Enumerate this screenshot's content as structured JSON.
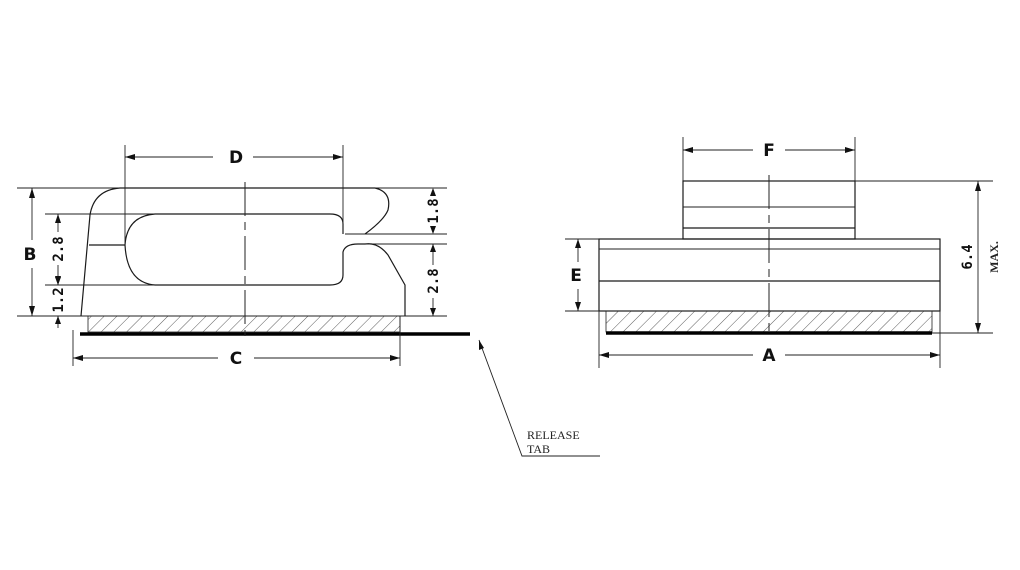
{
  "side_view": {
    "dimension_labels": {
      "B": "B",
      "C": "C",
      "D": "D"
    },
    "dimension_values": {
      "inner_height": "2.8",
      "bottom_gap": "1.2",
      "top_gap": "1.8",
      "lower_right": "2.8"
    },
    "release_tab": {
      "line1": "RELEASE",
      "line2": "TAB"
    }
  },
  "front_view": {
    "dimension_labels": {
      "A": "A",
      "E": "E",
      "F": "F"
    },
    "height_max": {
      "value": "6.4",
      "suffix": "MAX."
    }
  }
}
